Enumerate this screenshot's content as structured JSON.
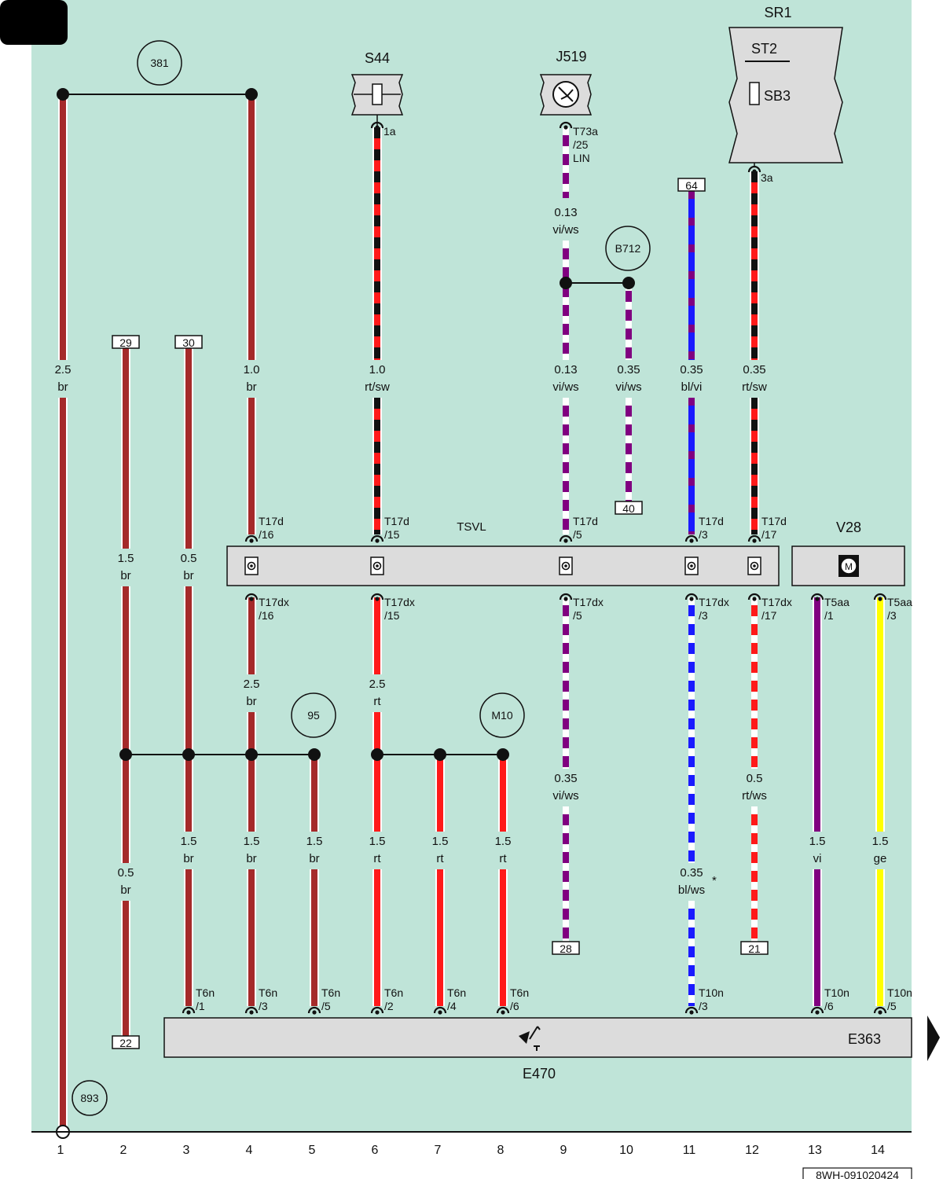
{
  "title_block": "",
  "doc_code": "8WH-091020424",
  "column_numbers": [
    "1",
    "2",
    "3",
    "4",
    "5",
    "6",
    "7",
    "8",
    "9",
    "10",
    "11",
    "12",
    "13",
    "14"
  ],
  "components": {
    "sr1": "SR1",
    "st2": "ST2",
    "sb3": "SB3",
    "s44": "S44",
    "j519": "J519",
    "tsvl": "TSVL",
    "v28": "V28",
    "e470": "E470",
    "e363": "E363",
    "motor_symbol": "M"
  },
  "circles": {
    "c381": "381",
    "b712": "B712",
    "c95": "95",
    "m10": "M10",
    "c893": "893"
  },
  "refs": {
    "r29": "29",
    "r30": "30",
    "r64": "64",
    "r40": "40",
    "r22": "22",
    "r28": "28",
    "r21": "21"
  },
  "pins": {
    "p1a": "1a",
    "p3a": "3a",
    "j519_pin": [
      "T73a",
      "/25",
      "LIN"
    ],
    "t17d_16": [
      "T17d",
      "/16"
    ],
    "t17d_15": [
      "T17d",
      "/15"
    ],
    "t17d_5": [
      "T17d",
      "/5"
    ],
    "t17d_3": [
      "T17d",
      "/3"
    ],
    "t17d_17": [
      "T17d",
      "/17"
    ],
    "t17dx_16": [
      "T17dx",
      "/16"
    ],
    "t17dx_15": [
      "T17dx",
      "/15"
    ],
    "t17dx_5": [
      "T17dx",
      "/5"
    ],
    "t17dx_3": [
      "T17dx",
      "/3"
    ],
    "t17dx_17": [
      "T17dx",
      "/17"
    ],
    "t5aa_1": [
      "T5aa",
      "/1"
    ],
    "t5aa_3": [
      "T5aa",
      "/3"
    ],
    "t6n_1": [
      "T6n",
      "/1"
    ],
    "t6n_3": [
      "T6n",
      "/3"
    ],
    "t6n_5": [
      "T6n",
      "/5"
    ],
    "t6n_2": [
      "T6n",
      "/2"
    ],
    "t6n_4": [
      "T6n",
      "/4"
    ],
    "t6n_6": [
      "T6n",
      "/6"
    ],
    "t10n_3": [
      "T10n",
      "/3"
    ],
    "t10n_6": [
      "T10n",
      "/6"
    ],
    "t10n_5": [
      "T10n",
      "/5"
    ]
  },
  "wires": {
    "w1": [
      "2.5",
      "br"
    ],
    "w4a": [
      "1.0",
      "br"
    ],
    "w6a": [
      "1.0",
      "rt/sw"
    ],
    "w9a": [
      "0.13",
      "vi/ws"
    ],
    "w9b": [
      "0.13",
      "vi/ws"
    ],
    "w10": [
      "0.35",
      "vi/ws"
    ],
    "w11a": [
      "0.35",
      "bl/vi"
    ],
    "w12a": [
      "0.35",
      "rt/sw"
    ],
    "w2a": [
      "1.5",
      "br"
    ],
    "w3a": [
      "0.5",
      "br"
    ],
    "w4b": [
      "2.5",
      "br"
    ],
    "w6b": [
      "2.5",
      "rt"
    ],
    "w9c": [
      "0.35",
      "vi/ws"
    ],
    "w12b": [
      "0.5",
      "rt/ws"
    ],
    "w3b": [
      "1.5",
      "br"
    ],
    "w4c": [
      "1.5",
      "br"
    ],
    "w5": [
      "1.5",
      "br"
    ],
    "w6c": [
      "1.5",
      "rt"
    ],
    "w7": [
      "1.5",
      "rt"
    ],
    "w8": [
      "1.5",
      "rt"
    ],
    "w13": [
      "1.5",
      "vi"
    ],
    "w14": [
      "1.5",
      "ge"
    ],
    "w2b": [
      "0.5",
      "br"
    ],
    "w11b": [
      "0.35",
      "bl/ws"
    ]
  },
  "asterisk": "*",
  "colors": {
    "background": "#bfe4d8",
    "brown": "#a52a2a",
    "red": "#ff1a1a",
    "violet": "#800080",
    "blue": "#1a1aff",
    "yellow": "#ffff00",
    "black": "#111111",
    "box": "#dcdcdc"
  }
}
